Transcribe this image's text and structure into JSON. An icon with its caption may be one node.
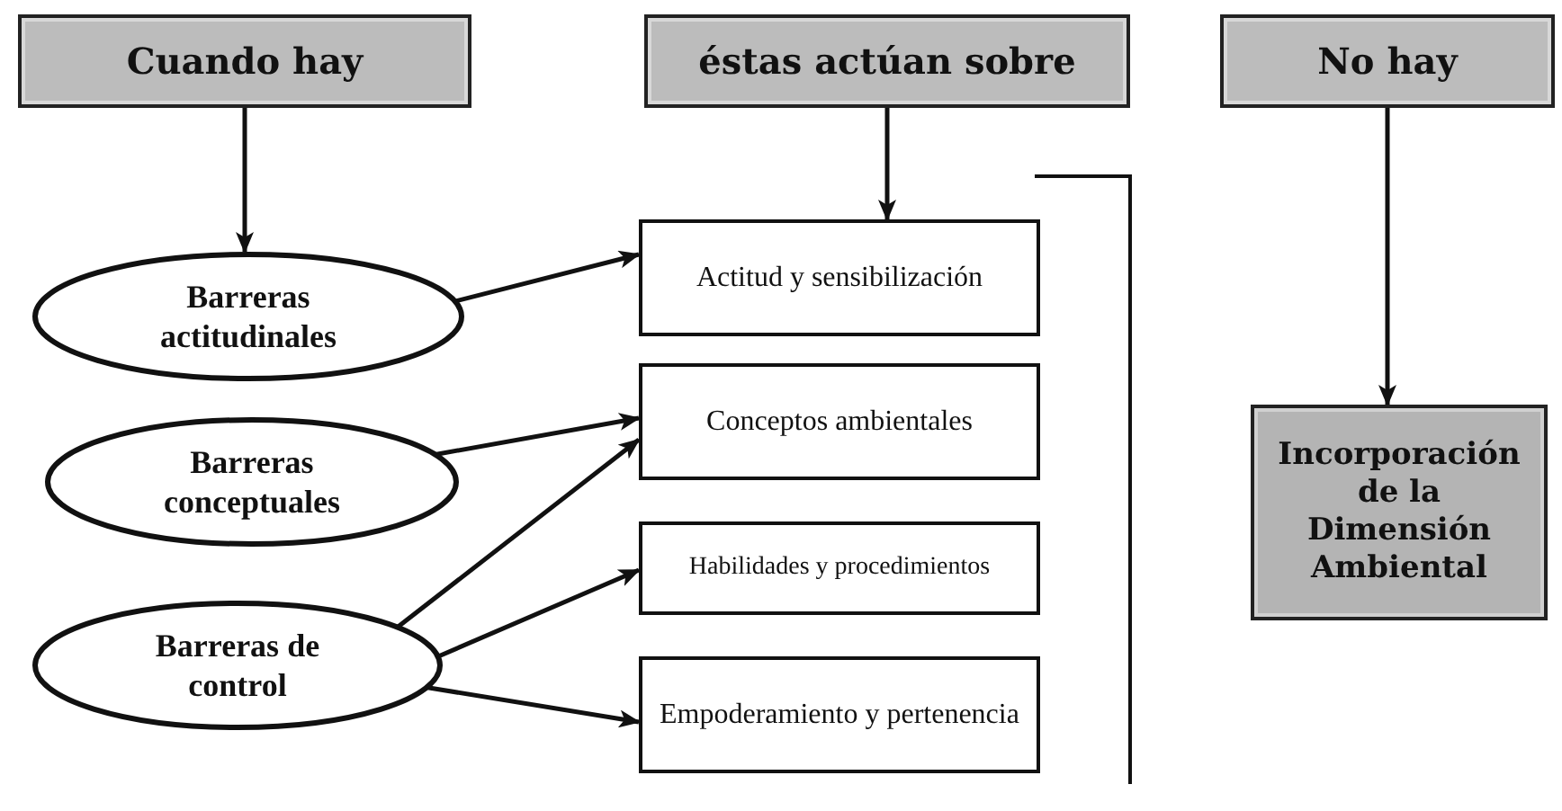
{
  "diagram": {
    "nodes": [
      {
        "text": [
          "Cuando hay"
        ]
      },
      {
        "text": [
          "éstas actúan sobre"
        ]
      },
      {
        "text": [
          "No hay"
        ]
      },
      {
        "text": [
          "Barreras actitudinales"
        ]
      },
      {
        "text": [
          "Barreras conceptuales"
        ]
      },
      {
        "text": [
          "Barreras de control"
        ]
      },
      {
        "text": [
          "Actitud y sensibilización"
        ]
      },
      {
        "text": [
          "Conceptos ambientales"
        ]
      },
      {
        "text": [
          "Habilidades y procedimientos"
        ]
      },
      {
        "text": [
          "Empoderamiento y pertenencia"
        ]
      },
      {
        "text": [
          "Incorporación de la Dimensión Ambiental"
        ]
      }
    ],
    "edges": [
      {
        "from": 0,
        "to": 3,
        "arrow": "to"
      },
      {
        "from": 1,
        "to": 6,
        "arrow": "to"
      },
      {
        "from": 2,
        "to": 10,
        "arrow": "to"
      },
      {
        "from": 3,
        "to": 6,
        "arrow": "to"
      },
      {
        "from": 4,
        "to": 7,
        "arrow": "to"
      },
      {
        "from": 5,
        "to": 7,
        "arrow": "to"
      },
      {
        "from": 5,
        "to": 8,
        "arrow": "to"
      },
      {
        "from": 5,
        "to": 9,
        "arrow": "to"
      }
    ]
  }
}
